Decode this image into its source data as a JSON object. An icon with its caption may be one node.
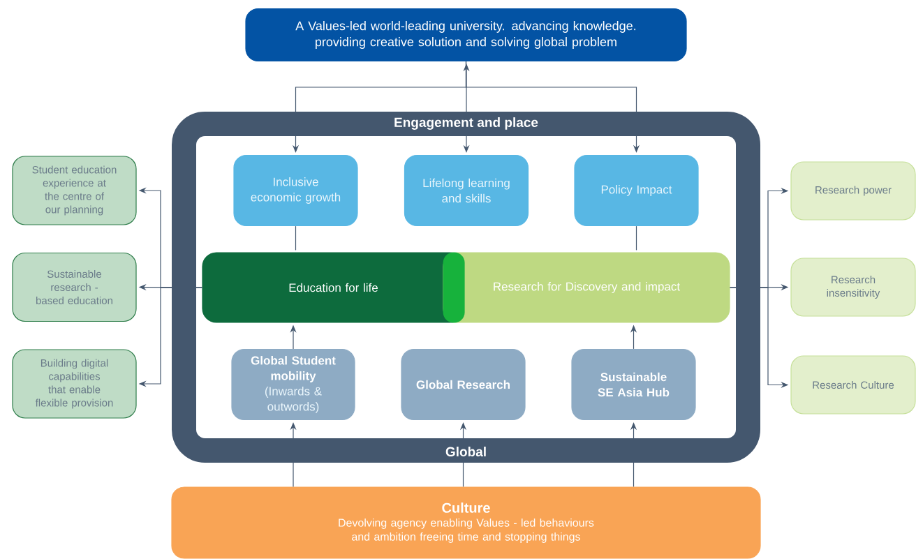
{
  "diagram": {
    "nodes": [
      {
        "text": [
          "A Values-led world-leading university. advancing knowledge. providing creative solution and solving global problem"
        ]
      },
      {
        "text": [
          "Engagement and place",
          "Global"
        ]
      },
      {
        "text": [
          "Inclusive economic growth"
        ],
        "in": 1
      },
      {
        "text": [
          "Lifelong learning and skills"
        ],
        "in": 1
      },
      {
        "text": [
          "Policy Impact"
        ],
        "in": 1
      },
      {
        "text": [
          "Education for life"
        ],
        "in": 1
      },
      {
        "text": [
          "Research for Discovery and impact"
        ],
        "in": 1
      },
      {
        "text": [
          "Global Student mobility",
          "(Inwards & outwords)"
        ],
        "in": 1
      },
      {
        "text": [
          "Global Research"
        ],
        "in": 1
      },
      {
        "text": [
          "Sustainable SE Asia Hub"
        ],
        "in": 1
      },
      {
        "text": [
          "Culture",
          "Devolving agency enabling Values - led behaviours and ambition freeing time and stopping things"
        ]
      },
      {
        "text": [
          "Student education experience at the centre of our planning"
        ]
      },
      {
        "text": [
          "Sustainable research - based education"
        ]
      },
      {
        "text": [
          "Building digital capabilities that enable flexible provision"
        ]
      },
      {
        "text": [
          "Research power"
        ]
      },
      {
        "text": [
          "Research insensitivity"
        ]
      },
      {
        "text": [
          "Research Culture"
        ]
      }
    ],
    "edges": [
      {
        "from": 3,
        "to": 0,
        "arrow": "both"
      },
      {
        "from": 0,
        "to": 2,
        "arrow": "to"
      },
      {
        "from": 0,
        "to": 4,
        "arrow": "to"
      },
      {
        "from": 2,
        "to": 5,
        "arrow": "none"
      },
      {
        "from": 4,
        "to": 6,
        "arrow": "none"
      },
      {
        "from": 7,
        "to": 5,
        "arrow": "to"
      },
      {
        "from": 9,
        "to": 6,
        "arrow": "to"
      },
      {
        "from": 10,
        "to": 7,
        "arrow": "to"
      },
      {
        "from": 10,
        "to": 8,
        "arrow": "to"
      },
      {
        "from": 10,
        "to": 9,
        "arrow": "to"
      },
      {
        "from": 5,
        "to": 11,
        "arrow": "to"
      },
      {
        "from": 5,
        "to": 12,
        "arrow": "to"
      },
      {
        "from": 5,
        "to": 13,
        "arrow": "to"
      },
      {
        "from": 6,
        "to": 14,
        "arrow": "to"
      },
      {
        "from": 6,
        "to": 15,
        "arrow": "to"
      },
      {
        "from": 6,
        "to": 16,
        "arrow": "to"
      }
    ]
  }
}
